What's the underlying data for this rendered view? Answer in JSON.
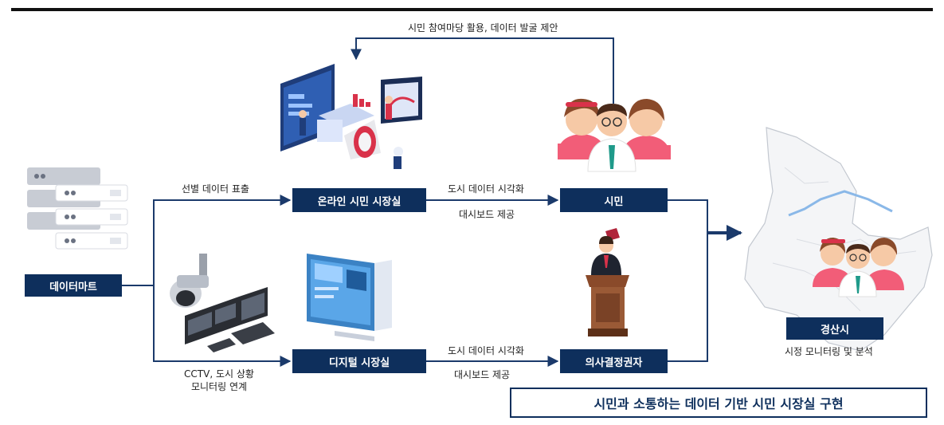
{
  "feedback_label": "시민 참여마당 활용, 데이터 발굴 제안",
  "nodes": {
    "data_mart": "데이터마트",
    "online_room": "온라인 시민 시장실",
    "digital_room": "디지털 시장실",
    "citizen": "시민",
    "decision_maker": "의사결정권자",
    "city": "경산시"
  },
  "edge_labels": {
    "selected_data": "선별 데이터 표출",
    "viz_top": "도시 데이터 시각화",
    "dashboard_top": "대시보드 제공",
    "viz_bottom": "도시 데이터 시각화",
    "dashboard_bottom": "대시보드 제공",
    "cctv_line1": "CCTV, 도시 상황",
    "cctv_line2": "모니터링 연계"
  },
  "city_caption": "시정 모니터링 및 분석",
  "title": "시민과 소통하는 데이터 기반 시민 시장실 구현",
  "colors": {
    "navy": "#0e2f5c",
    "arrow": "#1b3a6b",
    "accent_red": "#d9324a",
    "skin": "#f6c9a6",
    "pink": "#f25d78",
    "hair": "#8a4a2a",
    "server_gray": "#c8ccd4"
  },
  "icons": [
    "server-stack-icon",
    "online-dashboard-illustration",
    "citizens-group-icon",
    "cctv-monitor-illustration",
    "digital-screen-illustration",
    "speaker-podium-illustration",
    "city-map-illustration"
  ]
}
